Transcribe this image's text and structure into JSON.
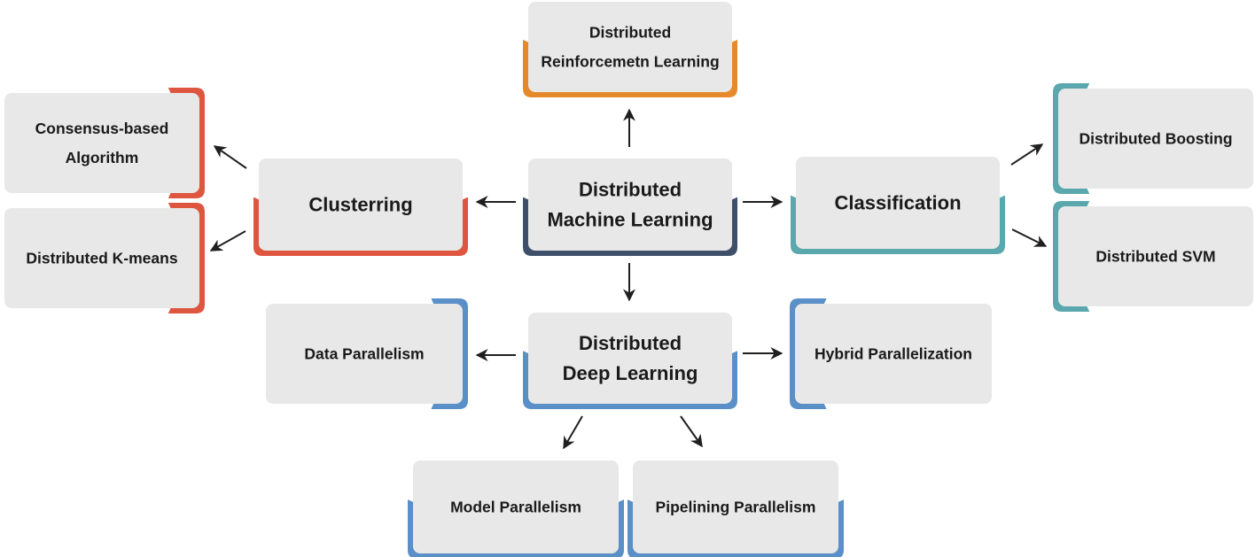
{
  "colors": {
    "box_fill": "#e8e8e8",
    "navy": "#3f4f6a",
    "orange": "#e58a2a",
    "red": "#df5640",
    "teal": "#5aa8ad",
    "blue": "#5a8fc8",
    "arrow": "#1f1f1f"
  },
  "nodes": {
    "root": {
      "lines": [
        "Distributed",
        "Machine Learning"
      ],
      "accent": "navy"
    },
    "drl": {
      "lines": [
        "Distributed",
        "Reinforcemetn Learning"
      ],
      "accent": "orange"
    },
    "clustering": {
      "lines": [
        "Clusterring"
      ],
      "accent": "red"
    },
    "classification": {
      "lines": [
        "Classification"
      ],
      "accent": "teal"
    },
    "ddl": {
      "lines": [
        "Distributed",
        "Deep Learning"
      ],
      "accent": "blue"
    },
    "consensus": {
      "lines": [
        "Consensus-based",
        "Algorithm"
      ],
      "accent": "red"
    },
    "kmeans": {
      "lines": [
        "Distributed K-means"
      ],
      "accent": "red"
    },
    "boosting": {
      "lines": [
        "Distributed Boosting"
      ],
      "accent": "teal"
    },
    "svm": {
      "lines": [
        "Distributed SVM"
      ],
      "accent": "teal"
    },
    "data_par": {
      "lines": [
        "Data Parallelism"
      ],
      "accent": "blue"
    },
    "hybrid": {
      "lines": [
        "Hybrid Parallelization"
      ],
      "accent": "blue"
    },
    "model_par": {
      "lines": [
        "Model Parallelism"
      ],
      "accent": "blue"
    },
    "pipe_par": {
      "lines": [
        "Pipelining Parallelism"
      ],
      "accent": "blue"
    }
  }
}
